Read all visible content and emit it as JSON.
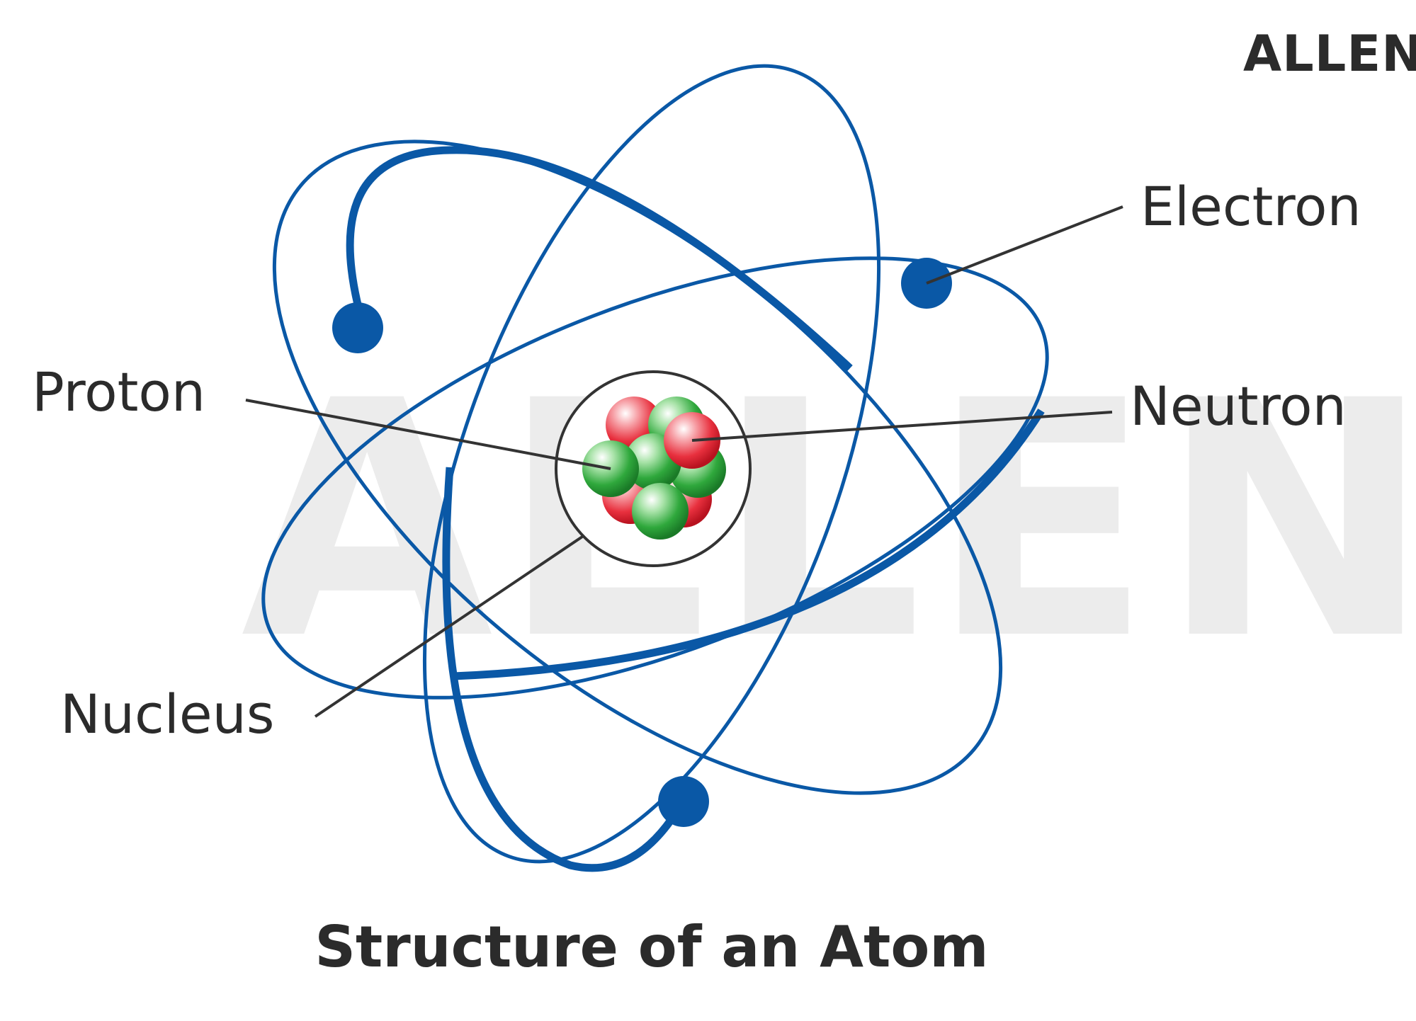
{
  "brand": "ALLEN",
  "title": "Structure of an Atom",
  "labels": {
    "electron": "Electron",
    "proton": "Proton",
    "neutron": "Neutron",
    "nucleus": "Nucleus"
  },
  "colors": {
    "orbit": "#0a58a6",
    "proton": "#e8303e",
    "neutron": "#2fa83c",
    "text": "#2b2b2b",
    "leader": "#333333",
    "watermark": "#ececec"
  }
}
